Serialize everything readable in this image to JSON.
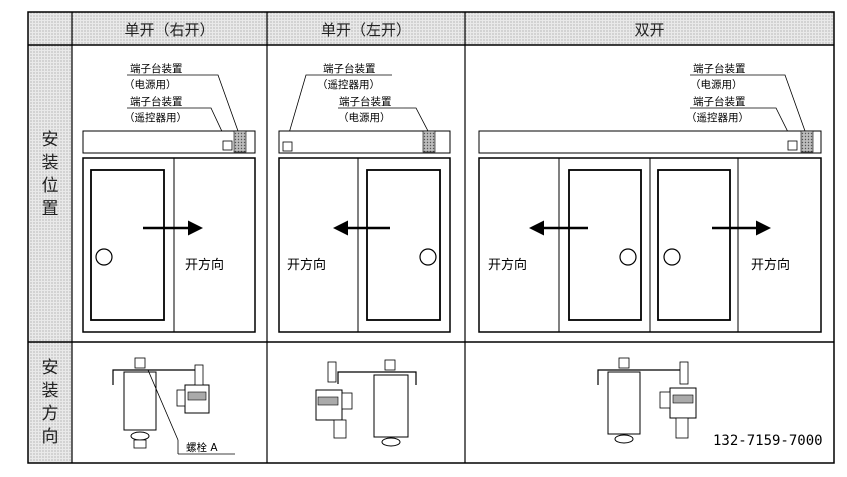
{
  "header": {
    "col1": "单开（右开）",
    "col2": "单开（左开）",
    "col3": "双开"
  },
  "row_labels": {
    "install_position": [
      "安",
      "装",
      "位",
      "置"
    ],
    "install_direction": [
      "安",
      "装",
      "方",
      "向"
    ]
  },
  "labels": {
    "terminal_power": "端子台装置",
    "power_use": "（电源用）",
    "terminal_remote": "端子台装置",
    "remote_use": "（遥控器用）",
    "open_direction": "开方向",
    "bolt_a": "螺栓 A"
  },
  "footer": {
    "phone": "132-7159-7000"
  }
}
